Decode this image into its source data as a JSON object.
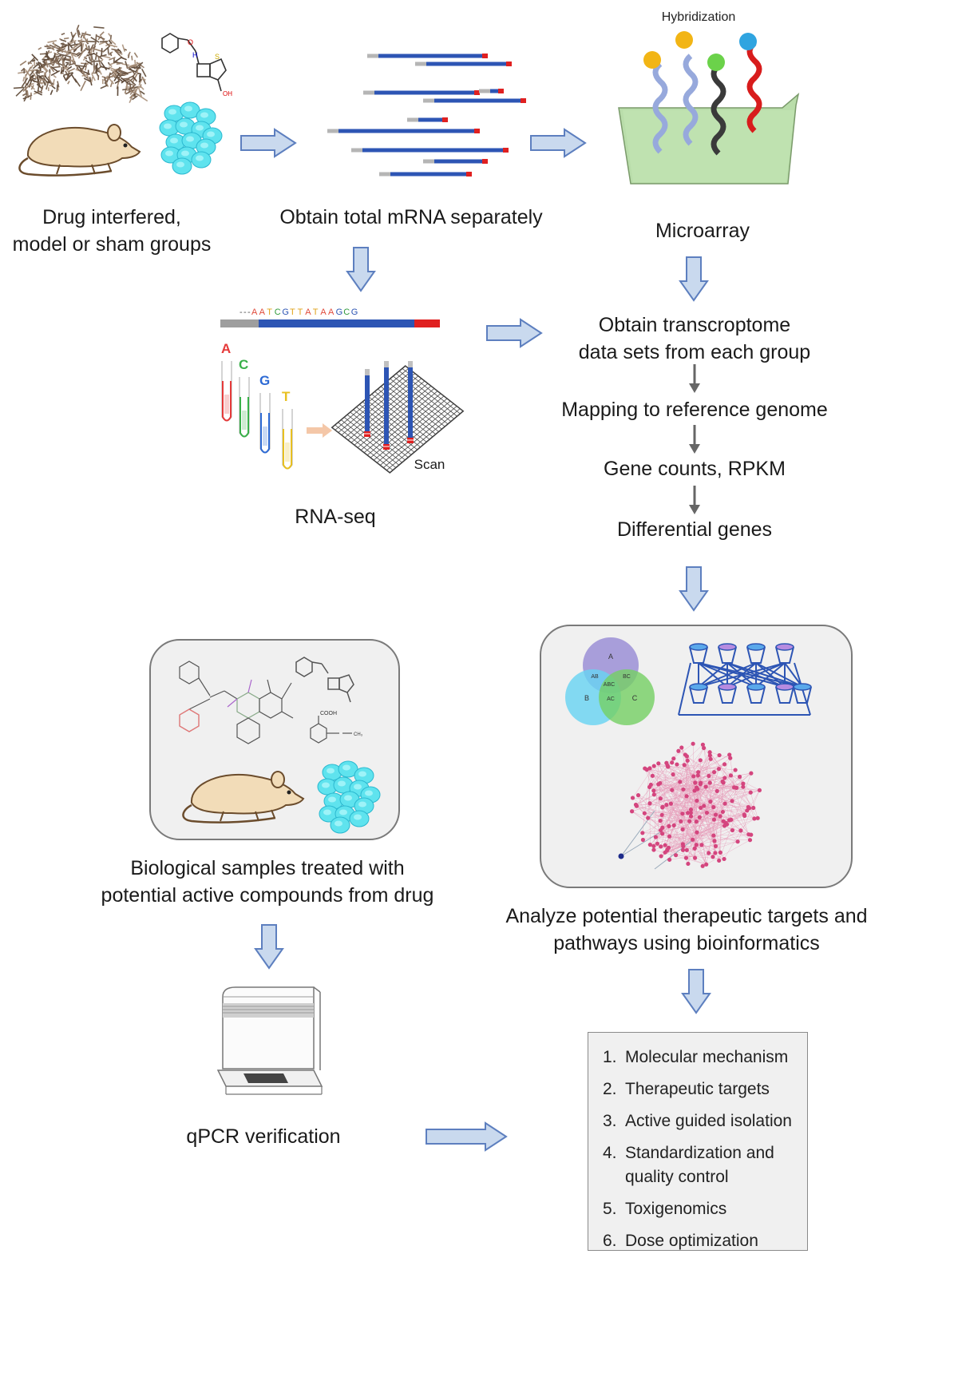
{
  "labels": {
    "hybridization": "Hybridization",
    "groups": [
      "Drug interfered,",
      "model or sham groups"
    ],
    "obtain_mrna": "Obtain total mRNA separately",
    "microarray": "Microarray",
    "sequence": "---AATCGTTATAAGCG",
    "bases": [
      "A",
      "C",
      "G",
      "T"
    ],
    "scan": "Scan",
    "rnaseq": "RNA-seq",
    "transcriptome": [
      "Obtain transcroptome",
      "data sets from each group"
    ],
    "mapping": "Mapping to reference genome",
    "gene_counts": "Gene counts, RPKM",
    "differential": "Differential genes",
    "bio_samples": [
      "Biological samples treated with",
      "potential active compounds from drug"
    ],
    "analyze": [
      "Analyze potential therapeutic targets and",
      "pathways using bioinformatics"
    ],
    "qpcr": "qPCR verification"
  },
  "venn": {
    "a": "A",
    "b": "B",
    "c": "C",
    "ab": "AB",
    "ac": "AC",
    "bc": "BC",
    "abc": "ABC"
  },
  "outcomes": [
    {
      "num": "1.",
      "text": "Molecular mechanism"
    },
    {
      "num": "2.",
      "text": "Therapeutic targets"
    },
    {
      "num": "3.",
      "text": "Active guided isolation"
    },
    {
      "num": "4.",
      "text": "Standardization and",
      "text2": "quality control"
    },
    {
      "num": "5.",
      "text": "Toxigenomics"
    },
    {
      "num": "6.",
      "text": "Dose optimization"
    }
  ],
  "colors": {
    "arrow_fill": "#c9d9ee",
    "arrow_stroke": "#5d7fbf",
    "mrna_blue": "#2d55b4",
    "mrna_red": "#e02020",
    "chip_green": "#b9ddaa",
    "panel_bg": "#f0f0f0",
    "mouse": "#f2dcb8",
    "cells": "#5fe3ee",
    "network_pink": "#d4457e"
  },
  "icons": [
    "rat-icon",
    "herb-icon",
    "molecule-icon",
    "cells-icon",
    "microarray-chip-icon",
    "test-tube-icon",
    "flow-cell-icon",
    "venn-diagram-icon",
    "pathway-network-icon",
    "interaction-network-icon",
    "qpcr-machine-icon"
  ]
}
